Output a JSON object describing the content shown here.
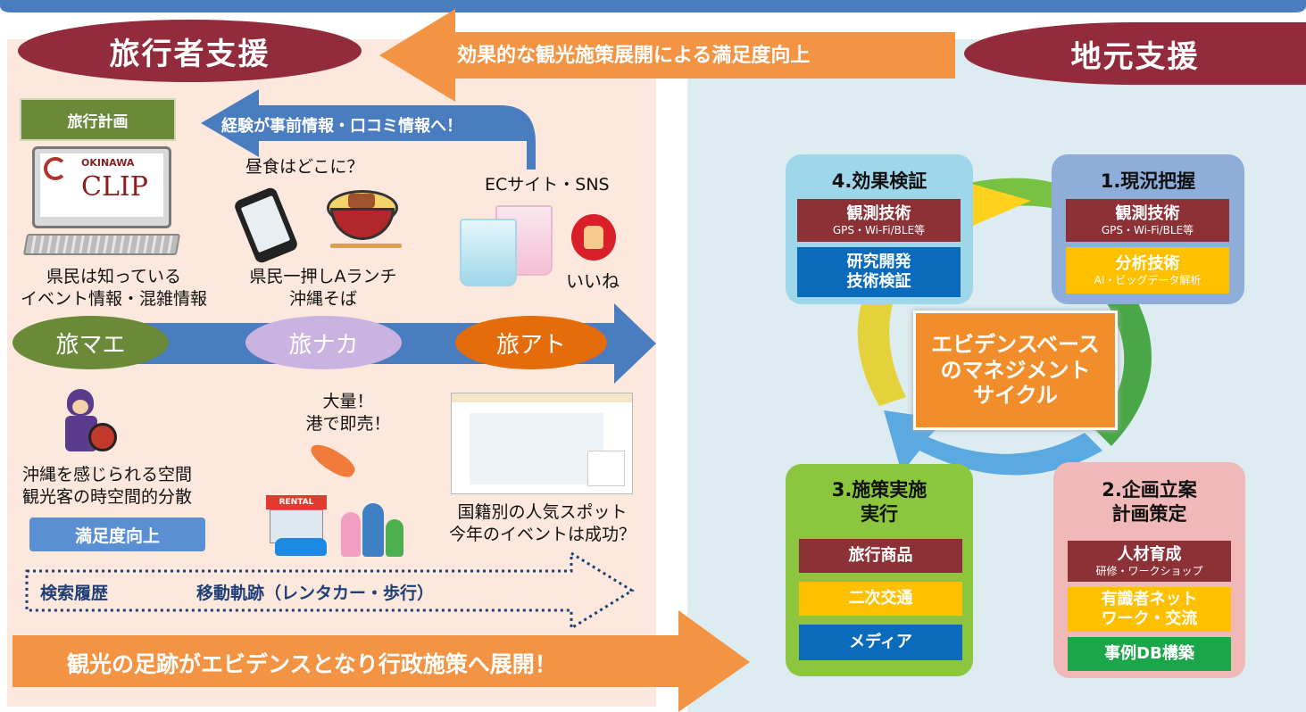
{
  "left_header": {
    "title": "旅行者支援"
  },
  "right_header": {
    "title": "地元支援"
  },
  "top_arrow": {
    "text": "効果的な観光施策展開による満足度向上"
  },
  "bottom_arrow": {
    "text": "観光の足跡がエビデンスとなり行政施策へ展開！"
  },
  "left": {
    "plan_label": "旅行計画",
    "logo_brand": "OKINAWA",
    "logo_name": "CLIP",
    "experience_arrow": "経験が事前情報・口コミ情報へ！",
    "lunch_question": "昼食はどこに？",
    "ec_sns": "ECサイト・SNS",
    "locals_know_1": "県民は知っている",
    "locals_know_2": "イベント情報・混雑情報",
    "lunch_pick_1": "県民一押しAランチ",
    "lunch_pick_2": "沖縄そば",
    "like": "いいね",
    "phases": [
      "旅マエ",
      "旅ナカ",
      "旅アト"
    ],
    "space_1": "沖縄を感じられる空間",
    "space_2": "観光客の時空間的分散",
    "satisfaction": "満足度向上",
    "fish_1": "大量！",
    "fish_2": "港で即売！",
    "rental": "RENTAL",
    "spots_1": "国籍別の人気スポット",
    "spots_2": "今年のイベントは成功？",
    "search_history": "検索履歴",
    "movement": "移動軌跡（レンタカー・歩行）"
  },
  "cycle": {
    "center": [
      "エビデンスベース",
      "のマネジメント",
      "サイクル"
    ],
    "step4": {
      "title": "4.効果検証",
      "box1": "観測技術",
      "box1_sub": "GPS・Wi-Fi/BLE等",
      "box2_1": "研究開発",
      "box2_2": "技術検証"
    },
    "step1": {
      "title": "1.現況把握",
      "box1": "観測技術",
      "box1_sub": "GPS・Wi-Fi/BLE等",
      "box2": "分析技術",
      "box2_sub": "AI・ビッグデータ解析"
    },
    "step3": {
      "title_1": "3.施策実施",
      "title_2": "実行",
      "box1": "旅行商品",
      "box2": "二次交通",
      "box3": "メディア"
    },
    "step2": {
      "title_1": "2.企画立案",
      "title_2": "計画策定",
      "box1": "人材育成",
      "box1_sub": "研修・ワークショップ",
      "box2_1": "有識者ネット",
      "box2_2": "ワーク・交流",
      "box3": "事例DB構築"
    }
  },
  "colors": {
    "header_red": "#922b3b",
    "orange": "#f29443",
    "blue": "#4a7cc0",
    "left_panel": "#fce8dc",
    "right_panel": "#dcecf1",
    "box_red": "#8c3237",
    "box_blue": "#0a6bbd",
    "box_yellow": "#ffc000",
    "box_green": "#1ca64a"
  }
}
